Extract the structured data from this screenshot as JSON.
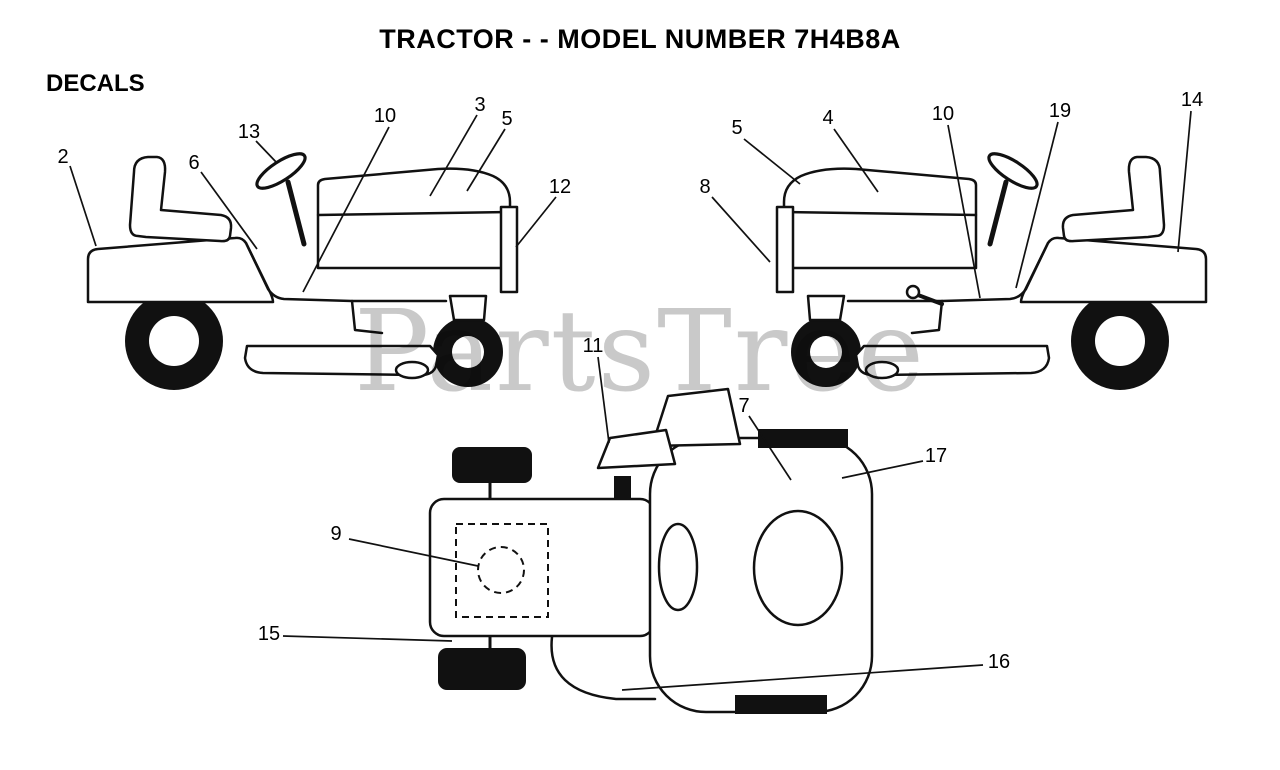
{
  "page": {
    "title": "TRACTOR - - MODEL NUMBER 7H4B8A",
    "section_label": "DECALS",
    "watermark": "PartsTree",
    "ink_color": "#111111",
    "watermark_color": "#c9c9c9"
  },
  "callouts": {
    "left_view": [
      "2",
      "13",
      "6",
      "10",
      "3",
      "5",
      "12"
    ],
    "right_view": [
      "5",
      "8",
      "4",
      "10",
      "19",
      "14"
    ],
    "top_view": [
      "11",
      "7",
      "17",
      "9",
      "15",
      "16"
    ]
  }
}
